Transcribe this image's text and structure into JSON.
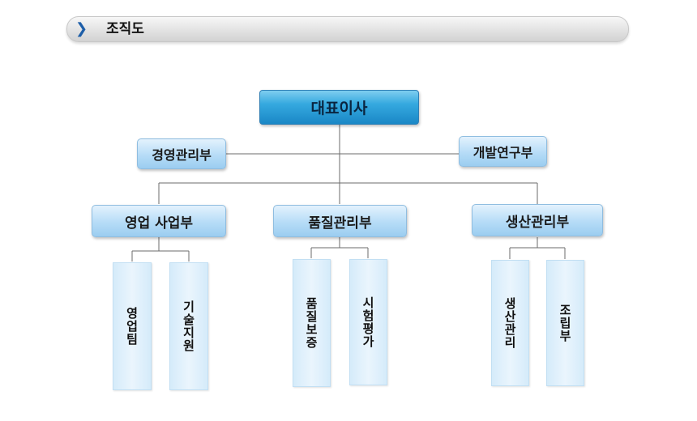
{
  "header": {
    "title": "조직도",
    "icon": "chevron-right-icon"
  },
  "chart": {
    "ceo": "대표이사",
    "side_left": "경영관리부",
    "side_right": "개발연구부",
    "departments": [
      {
        "label": "영업 사업부",
        "teams": [
          "영업팀",
          "기술지원"
        ]
      },
      {
        "label": "품질관리부",
        "teams": [
          "품질보증",
          "시험평가"
        ]
      },
      {
        "label": "생산관리부",
        "teams": [
          "생산관리",
          "조립부"
        ]
      }
    ]
  },
  "colors": {
    "accent": "#1d5ea8",
    "box": "#b6dcf7",
    "ceo": "#35a9df",
    "line": "#666666"
  }
}
